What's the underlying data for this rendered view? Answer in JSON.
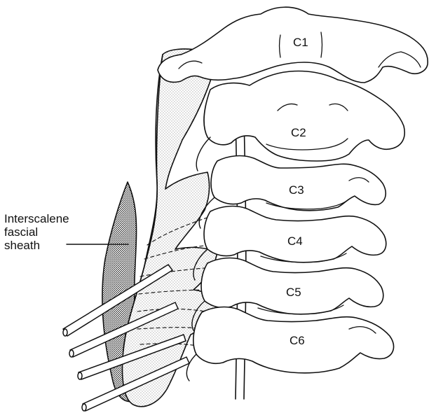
{
  "figure": {
    "label": {
      "line1": "Interscalene",
      "line2": "fascial",
      "line3": "sheath"
    },
    "vertebrae": [
      "C1",
      "C2",
      "C3",
      "C4",
      "C5",
      "C6"
    ],
    "colors": {
      "ink": "#111111",
      "background": "#ffffff",
      "stipple": "#6a6a6a"
    }
  }
}
